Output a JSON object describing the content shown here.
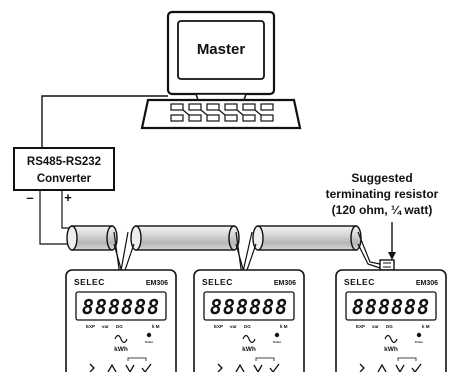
{
  "master": {
    "label": "Master"
  },
  "converter": {
    "line1": "RS485-RS232",
    "line2": "Converter"
  },
  "polarity": {
    "minus": "–",
    "plus": "+"
  },
  "resistor_note": {
    "line1": "Suggested",
    "line2": "terminating resistor",
    "line3": "(120 ohm, ¼ watt)"
  },
  "meters": [
    {
      "brand": "SELEC",
      "model": "EM306",
      "display": "888888",
      "ind_exp": "EXP",
      "ind_var": "var",
      "ind_dg": "DG",
      "ind_km": "k M",
      "unit": "kWh",
      "led_text": "Pulse"
    },
    {
      "brand": "SELEC",
      "model": "EM306",
      "display": "888888",
      "ind_exp": "EXP",
      "ind_var": "var",
      "ind_dg": "DG",
      "ind_km": "k M",
      "unit": "kWh",
      "led_text": "Pulse"
    },
    {
      "brand": "SELEC",
      "model": "EM306",
      "display": "888888",
      "ind_exp": "EXP",
      "ind_var": "var",
      "ind_dg": "DG",
      "ind_km": "k M",
      "unit": "kWh",
      "led_text": "Pulse"
    }
  ]
}
